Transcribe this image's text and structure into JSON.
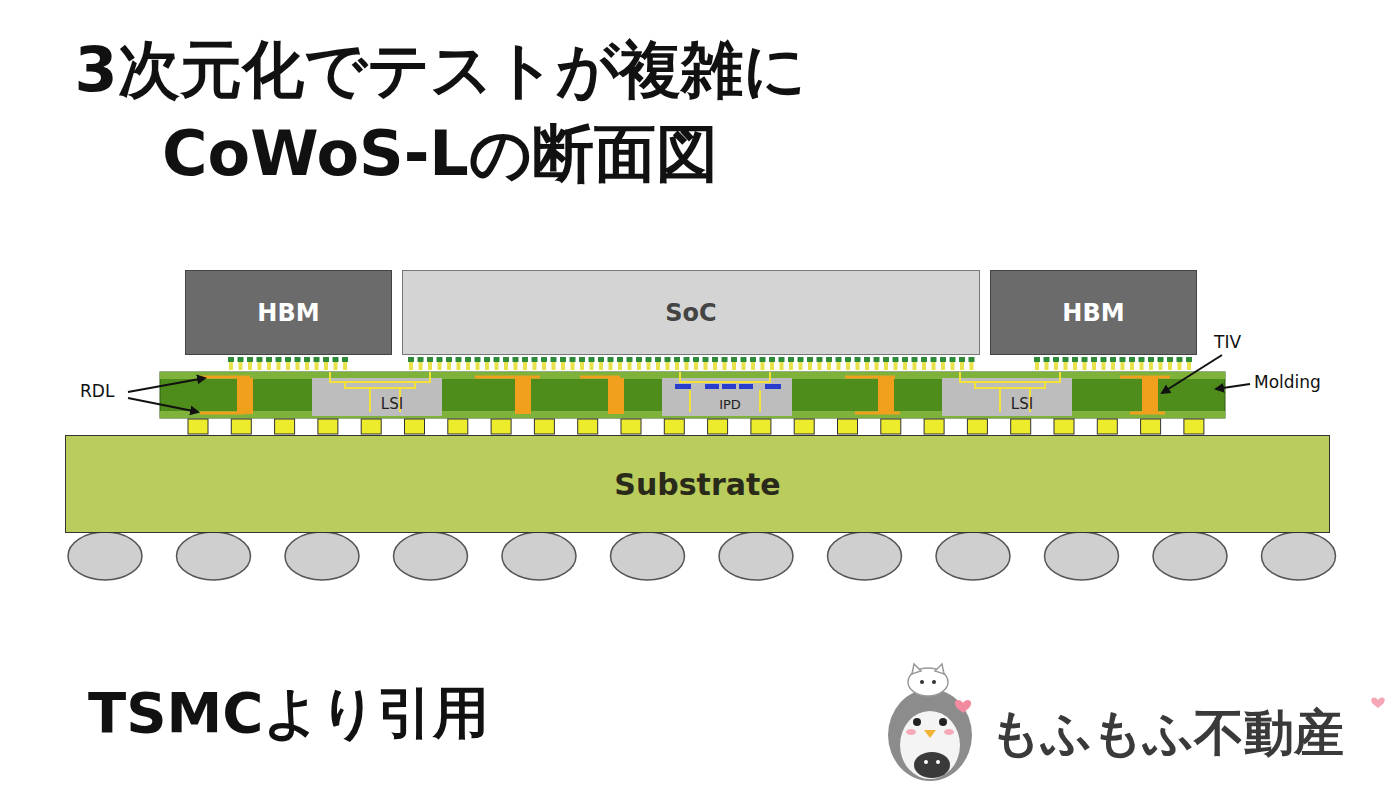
{
  "diagram": {
    "title": "3次元化でテストが複雑に CoWoS-Lの断面図",
    "caption": "TSMCより引用",
    "nodes": [
      {
        "text": [
          "HBM"
        ]
      },
      {
        "text": [
          "SoC"
        ]
      },
      {
        "text": [
          "HBM"
        ]
      },
      {
        "text": [
          "LSI"
        ]
      },
      {
        "text": [
          "IPD"
        ]
      },
      {
        "text": [
          "LSI"
        ]
      },
      {
        "text": [
          "Substrate"
        ]
      }
    ],
    "labels": [
      "RDL",
      "TIV",
      "Molding",
      "もふもふ不動産"
    ]
  }
}
